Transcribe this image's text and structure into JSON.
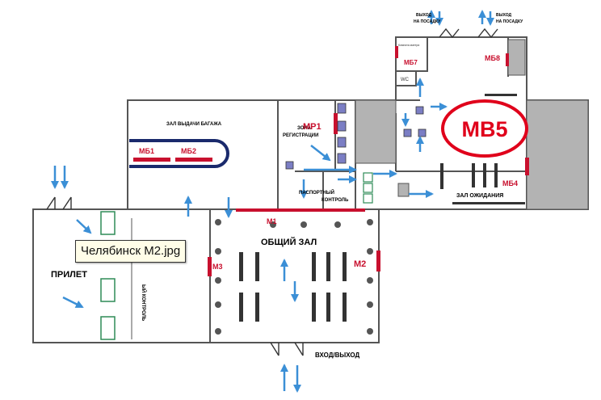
{
  "labels": {
    "baggage_claim": "ЗАЛ ВЫДАЧИ БАГАЖА",
    "registration_zone_1": "ЗОНА",
    "registration_zone_2": "РЕГИСТРАЦИИ",
    "passport_control_1": "ПАСПОРТНЫЙ",
    "passport_control_2": "КОНТРОЛЬ",
    "waiting_hall": "ЗАЛ ОЖИДАНИЯ",
    "general_hall": "ОБЩИЙ ЗАЛ",
    "arrival": "ПРИЛЕТ",
    "entrance_exit": "ВХОД/ВЫХОД",
    "boarding_exit_1a": "ВЫХОД",
    "boarding_exit_1b": "НА ПОСАДКУ",
    "boarding_exit_2a": "ВЫХОД",
    "boarding_exit_2b": "НА ПОСАДКУ",
    "vertical_control": "ЫЙ КОНТРОЛЬ",
    "wc": "WC",
    "small_room": "Комната матери"
  },
  "markers": {
    "mb1": "МБ1",
    "mb2": "МБ2",
    "mb4": "МБ4",
    "mb7": "МБ7",
    "mb8": "МБ8",
    "mp1": "МР1",
    "m1": "М1",
    "m2": "М2",
    "m3": "М3",
    "mb5": "МВ5"
  },
  "tooltip": "Челябинск М2.jpg",
  "colors": {
    "accent_red": "#c8102e",
    "arrow_blue": "#3b8fd6",
    "wall": "#555555",
    "gray_block": "#b3b3b3",
    "kiosk_green": "#2e8b57"
  }
}
